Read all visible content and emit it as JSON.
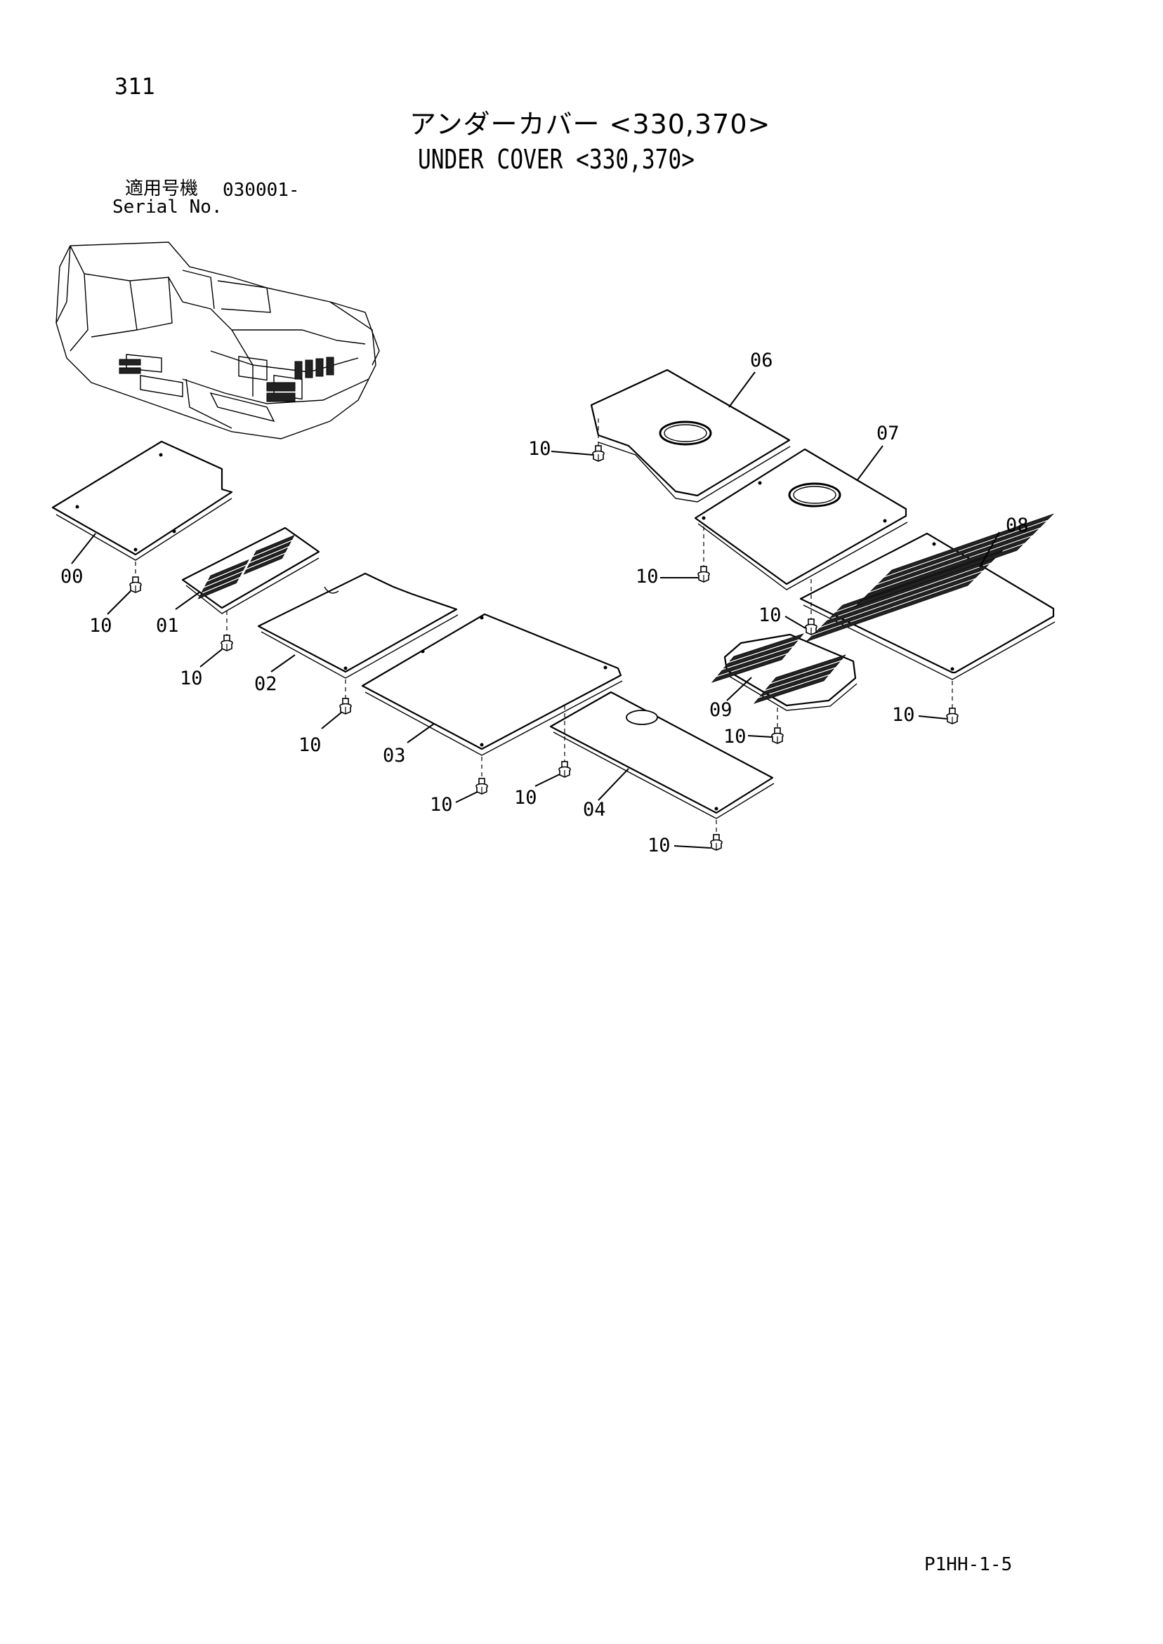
{
  "header": {
    "page_number": "311",
    "title_jp": "アンダーカバー <330,370>",
    "title_en": "UNDER COVER <330,370>",
    "serial_label_jp": "適用号機",
    "serial_value": "030001-",
    "serial_label_en": "Serial No."
  },
  "footer": {
    "doc_code": "P1HH-1-5"
  },
  "callouts": {
    "p00": "00",
    "p01": "01",
    "p02": "02",
    "p03": "03",
    "p04": "04",
    "p06": "06",
    "p07": "07",
    "p08": "08",
    "p09": "09",
    "bolt": "10"
  }
}
